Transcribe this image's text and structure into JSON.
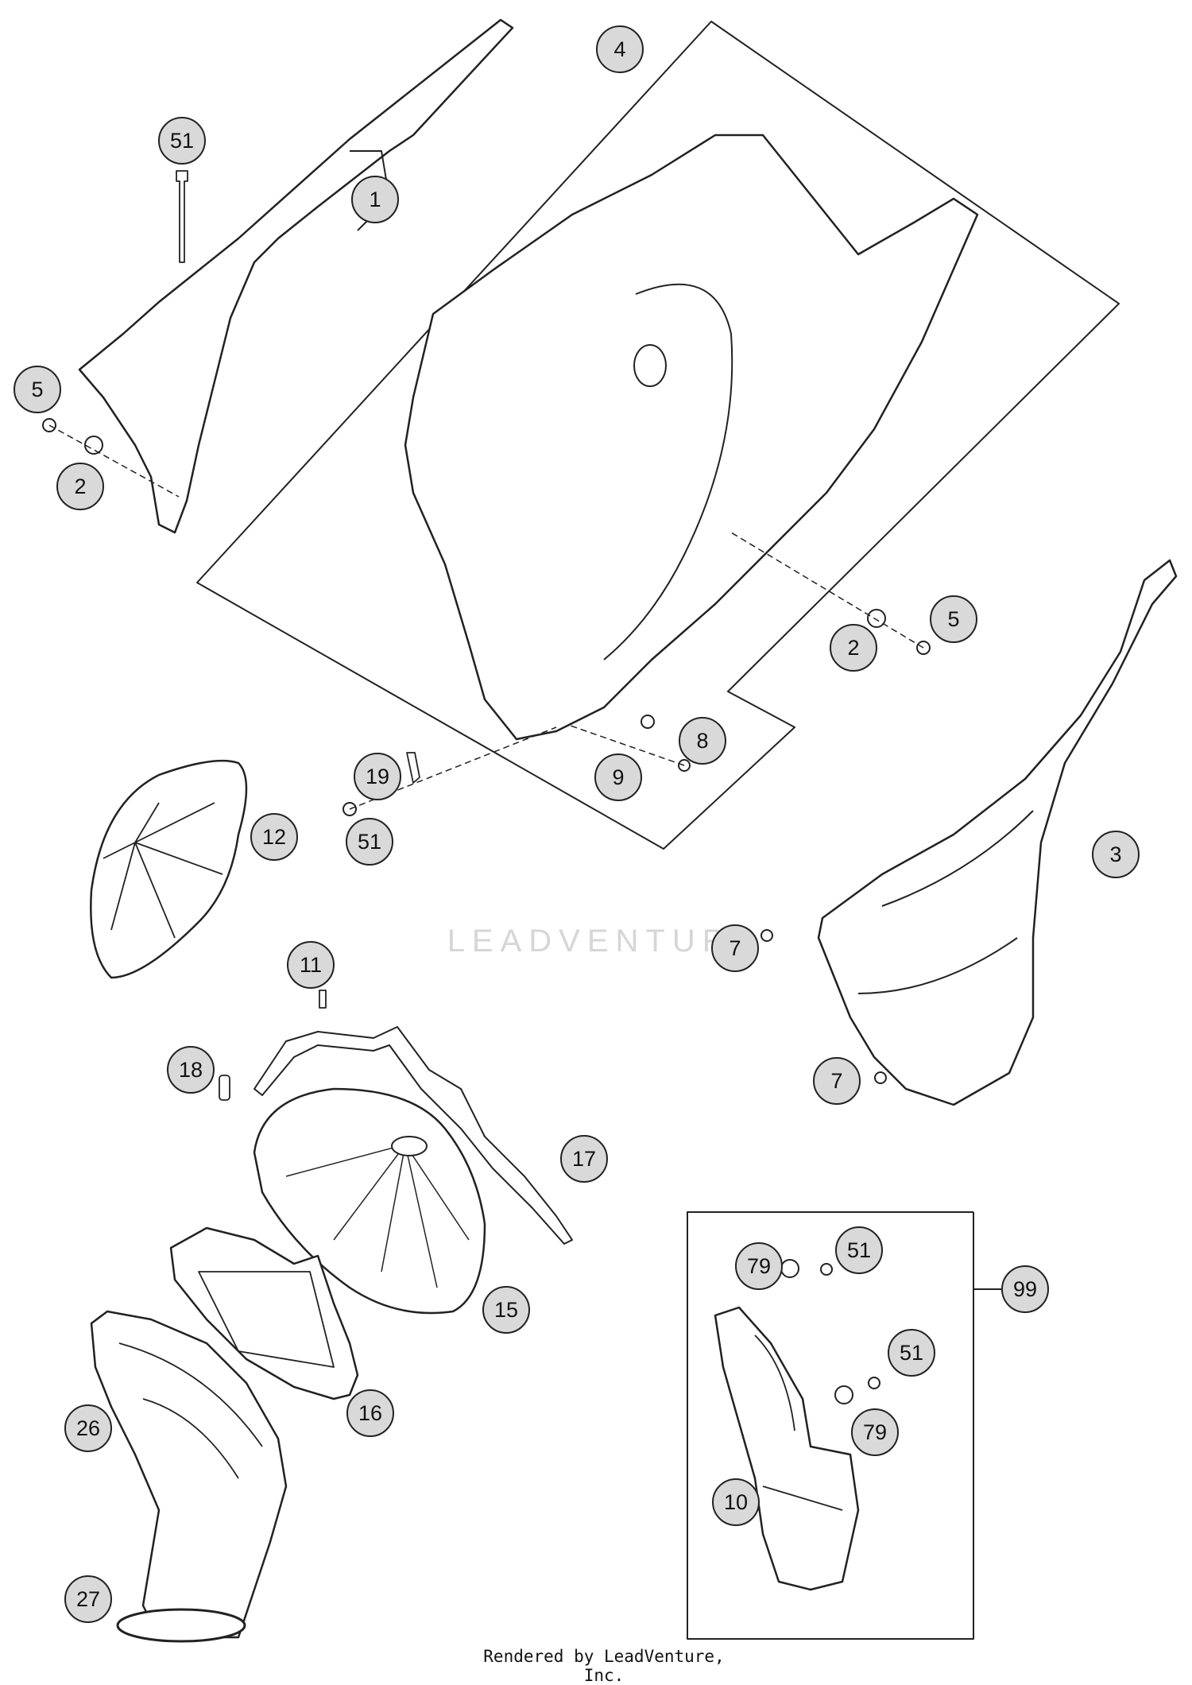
{
  "callouts": [
    {
      "label": "1"
    },
    {
      "label": "2"
    },
    {
      "label": "2"
    },
    {
      "label": "3"
    },
    {
      "label": "4"
    },
    {
      "label": "5"
    },
    {
      "label": "5"
    },
    {
      "label": "7"
    },
    {
      "label": "7"
    },
    {
      "label": "8"
    },
    {
      "label": "9"
    },
    {
      "label": "10"
    },
    {
      "label": "11"
    },
    {
      "label": "12"
    },
    {
      "label": "15"
    },
    {
      "label": "16"
    },
    {
      "label": "17"
    },
    {
      "label": "18"
    },
    {
      "label": "19"
    },
    {
      "label": "26"
    },
    {
      "label": "27"
    },
    {
      "label": "51"
    },
    {
      "label": "51"
    },
    {
      "label": "51"
    },
    {
      "label": "51"
    },
    {
      "label": "79"
    },
    {
      "label": "79"
    },
    {
      "label": "99"
    }
  ],
  "watermark": {
    "text": "LEADVENTURE"
  },
  "footer": {
    "text": "Rendered by LeadVenture, Inc."
  },
  "colors": {
    "line": "#222222",
    "callout_fill": "#d9d9d9",
    "part_fill": "#ffffff",
    "watermark": "#d6d6d6"
  }
}
